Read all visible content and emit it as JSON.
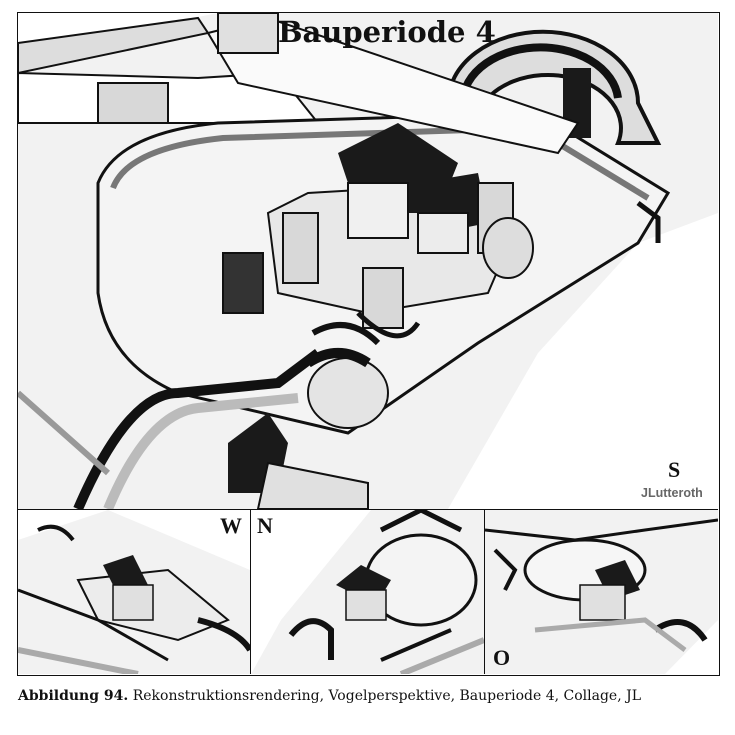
{
  "figure": {
    "title": "Bauperiode 4",
    "main_direction": "S",
    "credit": "JLutteroth",
    "views": [
      {
        "direction": "W"
      },
      {
        "direction": "N"
      },
      {
        "direction": "O"
      }
    ]
  },
  "caption": {
    "label": "Abbildung 94.",
    "text": "Rekonstruktionsrendering, Vogelperspektive, Bauperiode 4, Collage, JL"
  },
  "colors": {
    "wall_light": "#e6e6e6",
    "wall_shadow": "#9a9a9a",
    "roof": "#1a1a1a",
    "outline": "#111111"
  }
}
